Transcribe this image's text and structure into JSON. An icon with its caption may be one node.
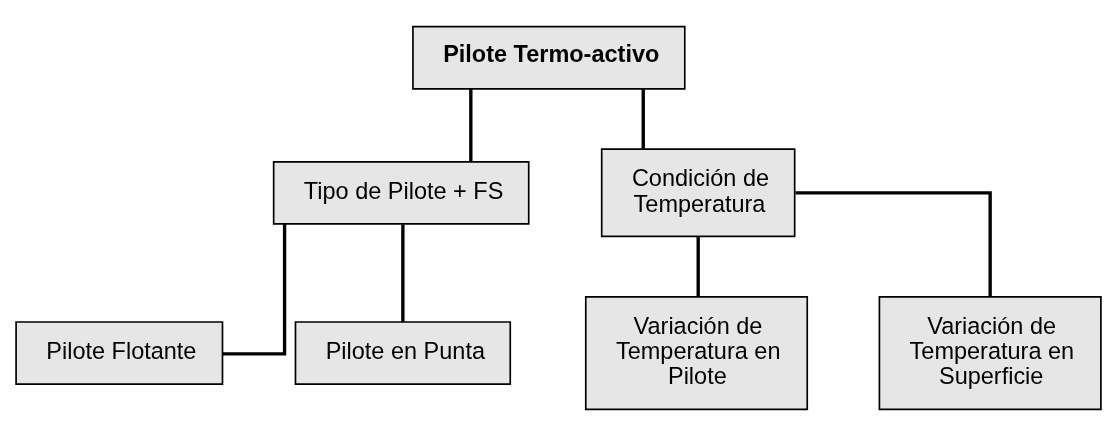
{
  "diagram": {
    "nodes": [
      {
        "text": [
          "Pilote Termo-activo"
        ]
      },
      {
        "text": [
          "Tipo de Pilote + FS"
        ]
      },
      {
        "text": [
          "Condición de Temperatura"
        ]
      },
      {
        "text": [
          "Pilote Flotante"
        ]
      },
      {
        "text": [
          "Pilote en Punta"
        ]
      },
      {
        "text": [
          "Variación de Temperatura en Pilote"
        ]
      },
      {
        "text": [
          "Variación de Temperatura en Superficie"
        ]
      }
    ],
    "edges": [
      {
        "from": 0,
        "to": 1,
        "arrow": "none"
      },
      {
        "from": 0,
        "to": 2,
        "arrow": "none"
      },
      {
        "from": 1,
        "to": 3,
        "arrow": "none"
      },
      {
        "from": 1,
        "to": 4,
        "arrow": "none"
      },
      {
        "from": 2,
        "to": 5,
        "arrow": "none"
      },
      {
        "from": 2,
        "to": 6,
        "arrow": "none"
      }
    ]
  }
}
